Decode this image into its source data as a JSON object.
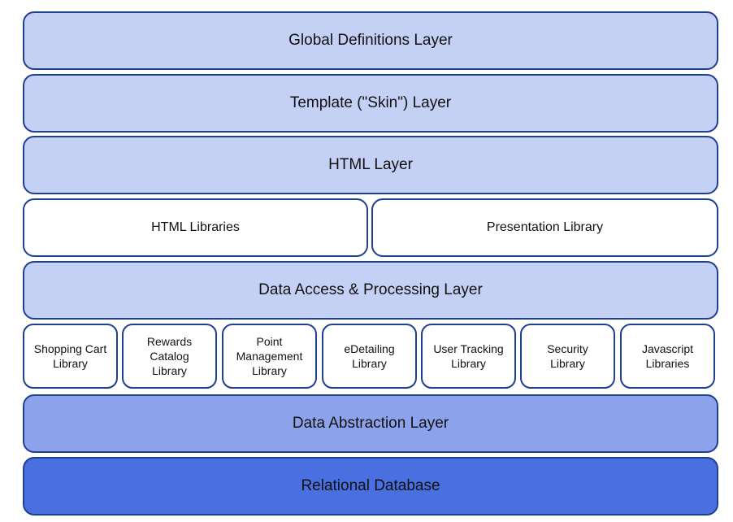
{
  "layers": {
    "global_definitions": "Global Definitions Layer",
    "template": "Template (\"Skin\") Layer",
    "html": "HTML Layer",
    "html_libraries": "HTML Libraries",
    "presentation_library": "Presentation Library",
    "data_access": "Data Access & Processing Layer",
    "data_abstraction": "Data Abstraction Layer",
    "relational_database": "Relational Database"
  },
  "libraries": [
    {
      "line1": "Shopping Cart",
      "line2": "Library",
      "line3": ""
    },
    {
      "line1": "Rewards",
      "line2": "Catalog",
      "line3": "Library"
    },
    {
      "line1": "Point",
      "line2": "Management",
      "line3": "Library"
    },
    {
      "line1": "eDetailing",
      "line2": "Library",
      "line3": ""
    },
    {
      "line1": "User Tracking",
      "line2": "Library",
      "line3": ""
    },
    {
      "line1": "Security",
      "line2": "Library",
      "line3": ""
    },
    {
      "line1": "Javascript",
      "line2": "Libraries",
      "line3": ""
    }
  ],
  "colors": {
    "light_layer": "#c5d0f5",
    "abstraction_layer": "#8ca3eb",
    "database_layer": "#4a6fe0",
    "border": "#1f3f8f"
  }
}
